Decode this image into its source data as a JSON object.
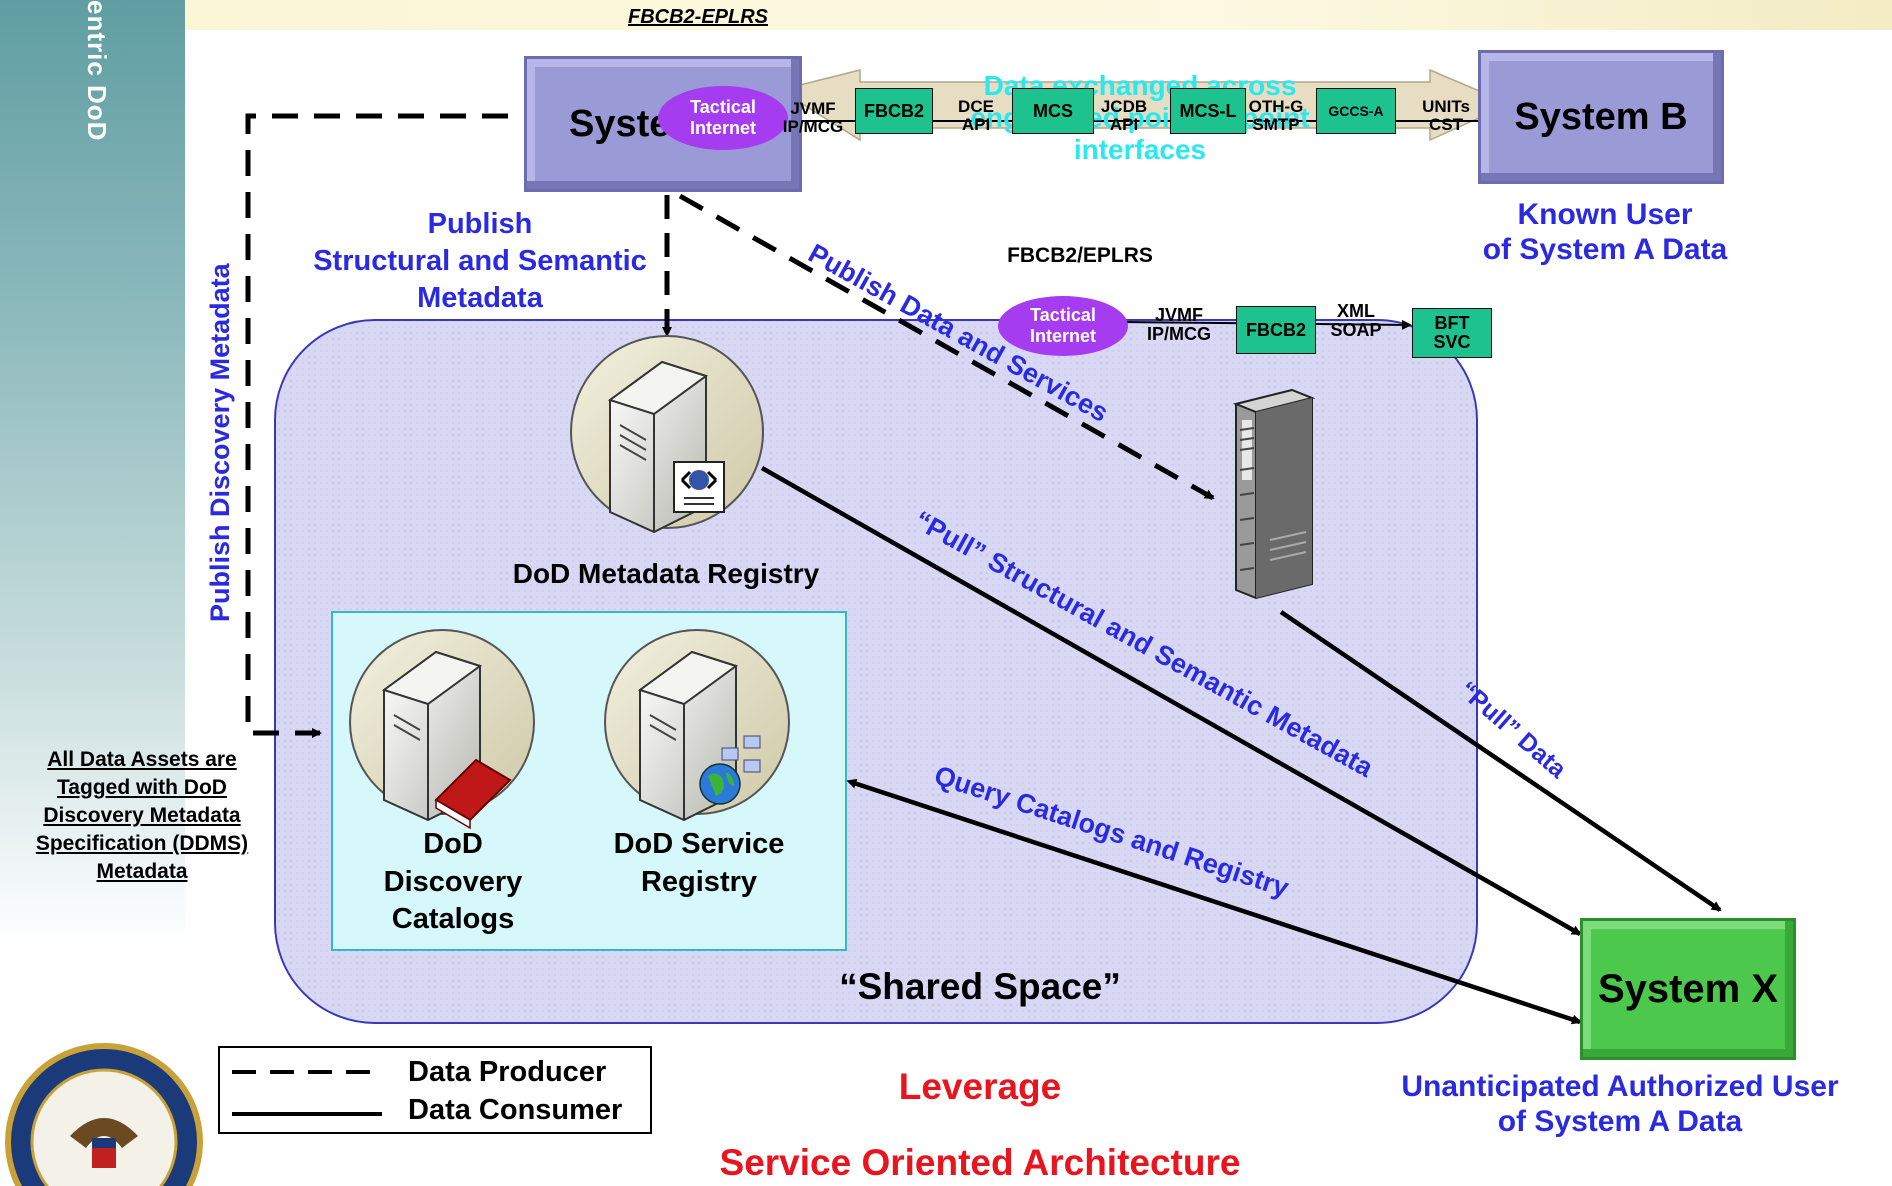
{
  "side_title": "entric DoD",
  "header": {
    "top_label": "FBCB2-EPLRS"
  },
  "system_a": {
    "label": "Syste",
    "ellipse": "Tactical Internet"
  },
  "system_b": {
    "label": "System B",
    "caption": "Known User\nof System A Data"
  },
  "system_x": {
    "label": "System X",
    "caption": "Unanticipated Authorized User\nof System A Data"
  },
  "top_chain": {
    "tags": [
      "FBCB2",
      "MCS",
      "MCS-L",
      "GCCS-A"
    ],
    "links": [
      "JVMF\nIP/MCG",
      "DCE\nAPI",
      "JCDB\nAPI",
      "OTH-G\nSMTP",
      "UNITs\nCST"
    ],
    "overlay_text": "Data exchanged across\nengineered point-to-point\ninterfaces"
  },
  "mid_chain": {
    "label": "FBCB2/EPLRS",
    "ellipse": "Tactical Internet",
    "link1": "JVMF\nIP/MCG",
    "tag": "FBCB2",
    "link2": "XML\nSOAP",
    "end_tag": "BFT\nSVC"
  },
  "flows": {
    "publish_discovery": "Publish Discovery Metadata",
    "publish_structural": "Publish\nStructural and Semantic\nMetadata",
    "publish_data": "Publish Data and Services",
    "pull_structural": "“Pull” Structural and Semantic Metadata",
    "pull_data": "“Pull” Data",
    "query": "Query Catalogs and Registry"
  },
  "shared_space": {
    "label": "“Shared Space”",
    "metadata_registry": "DoD Metadata Registry",
    "discovery_catalogs": "DoD\nDiscovery\nCatalogs",
    "service_registry": "DoD Service\nRegistry"
  },
  "ddms_note": "All Data Assets are\nTagged with DoD\nDiscovery Metadata\nSpecification (DDMS)\nMetadata",
  "legend": {
    "producer": "Data Producer",
    "consumer": "Data Consumer"
  },
  "footer": {
    "line1": "Leverage",
    "line2": "Service Oriented Architecture"
  },
  "colors": {
    "system_box": "#9a9ad6",
    "system_x": "#4cc84c",
    "tag": "#1dc28f",
    "ellipse": "#a63cf0",
    "flow_text": "#2a2ae0",
    "footer_text": "#e8141e"
  },
  "icons": [
    "server-web-icon",
    "server-book-icon",
    "server-globe-icon",
    "tower-server-icon",
    "dod-seal-icon"
  ]
}
